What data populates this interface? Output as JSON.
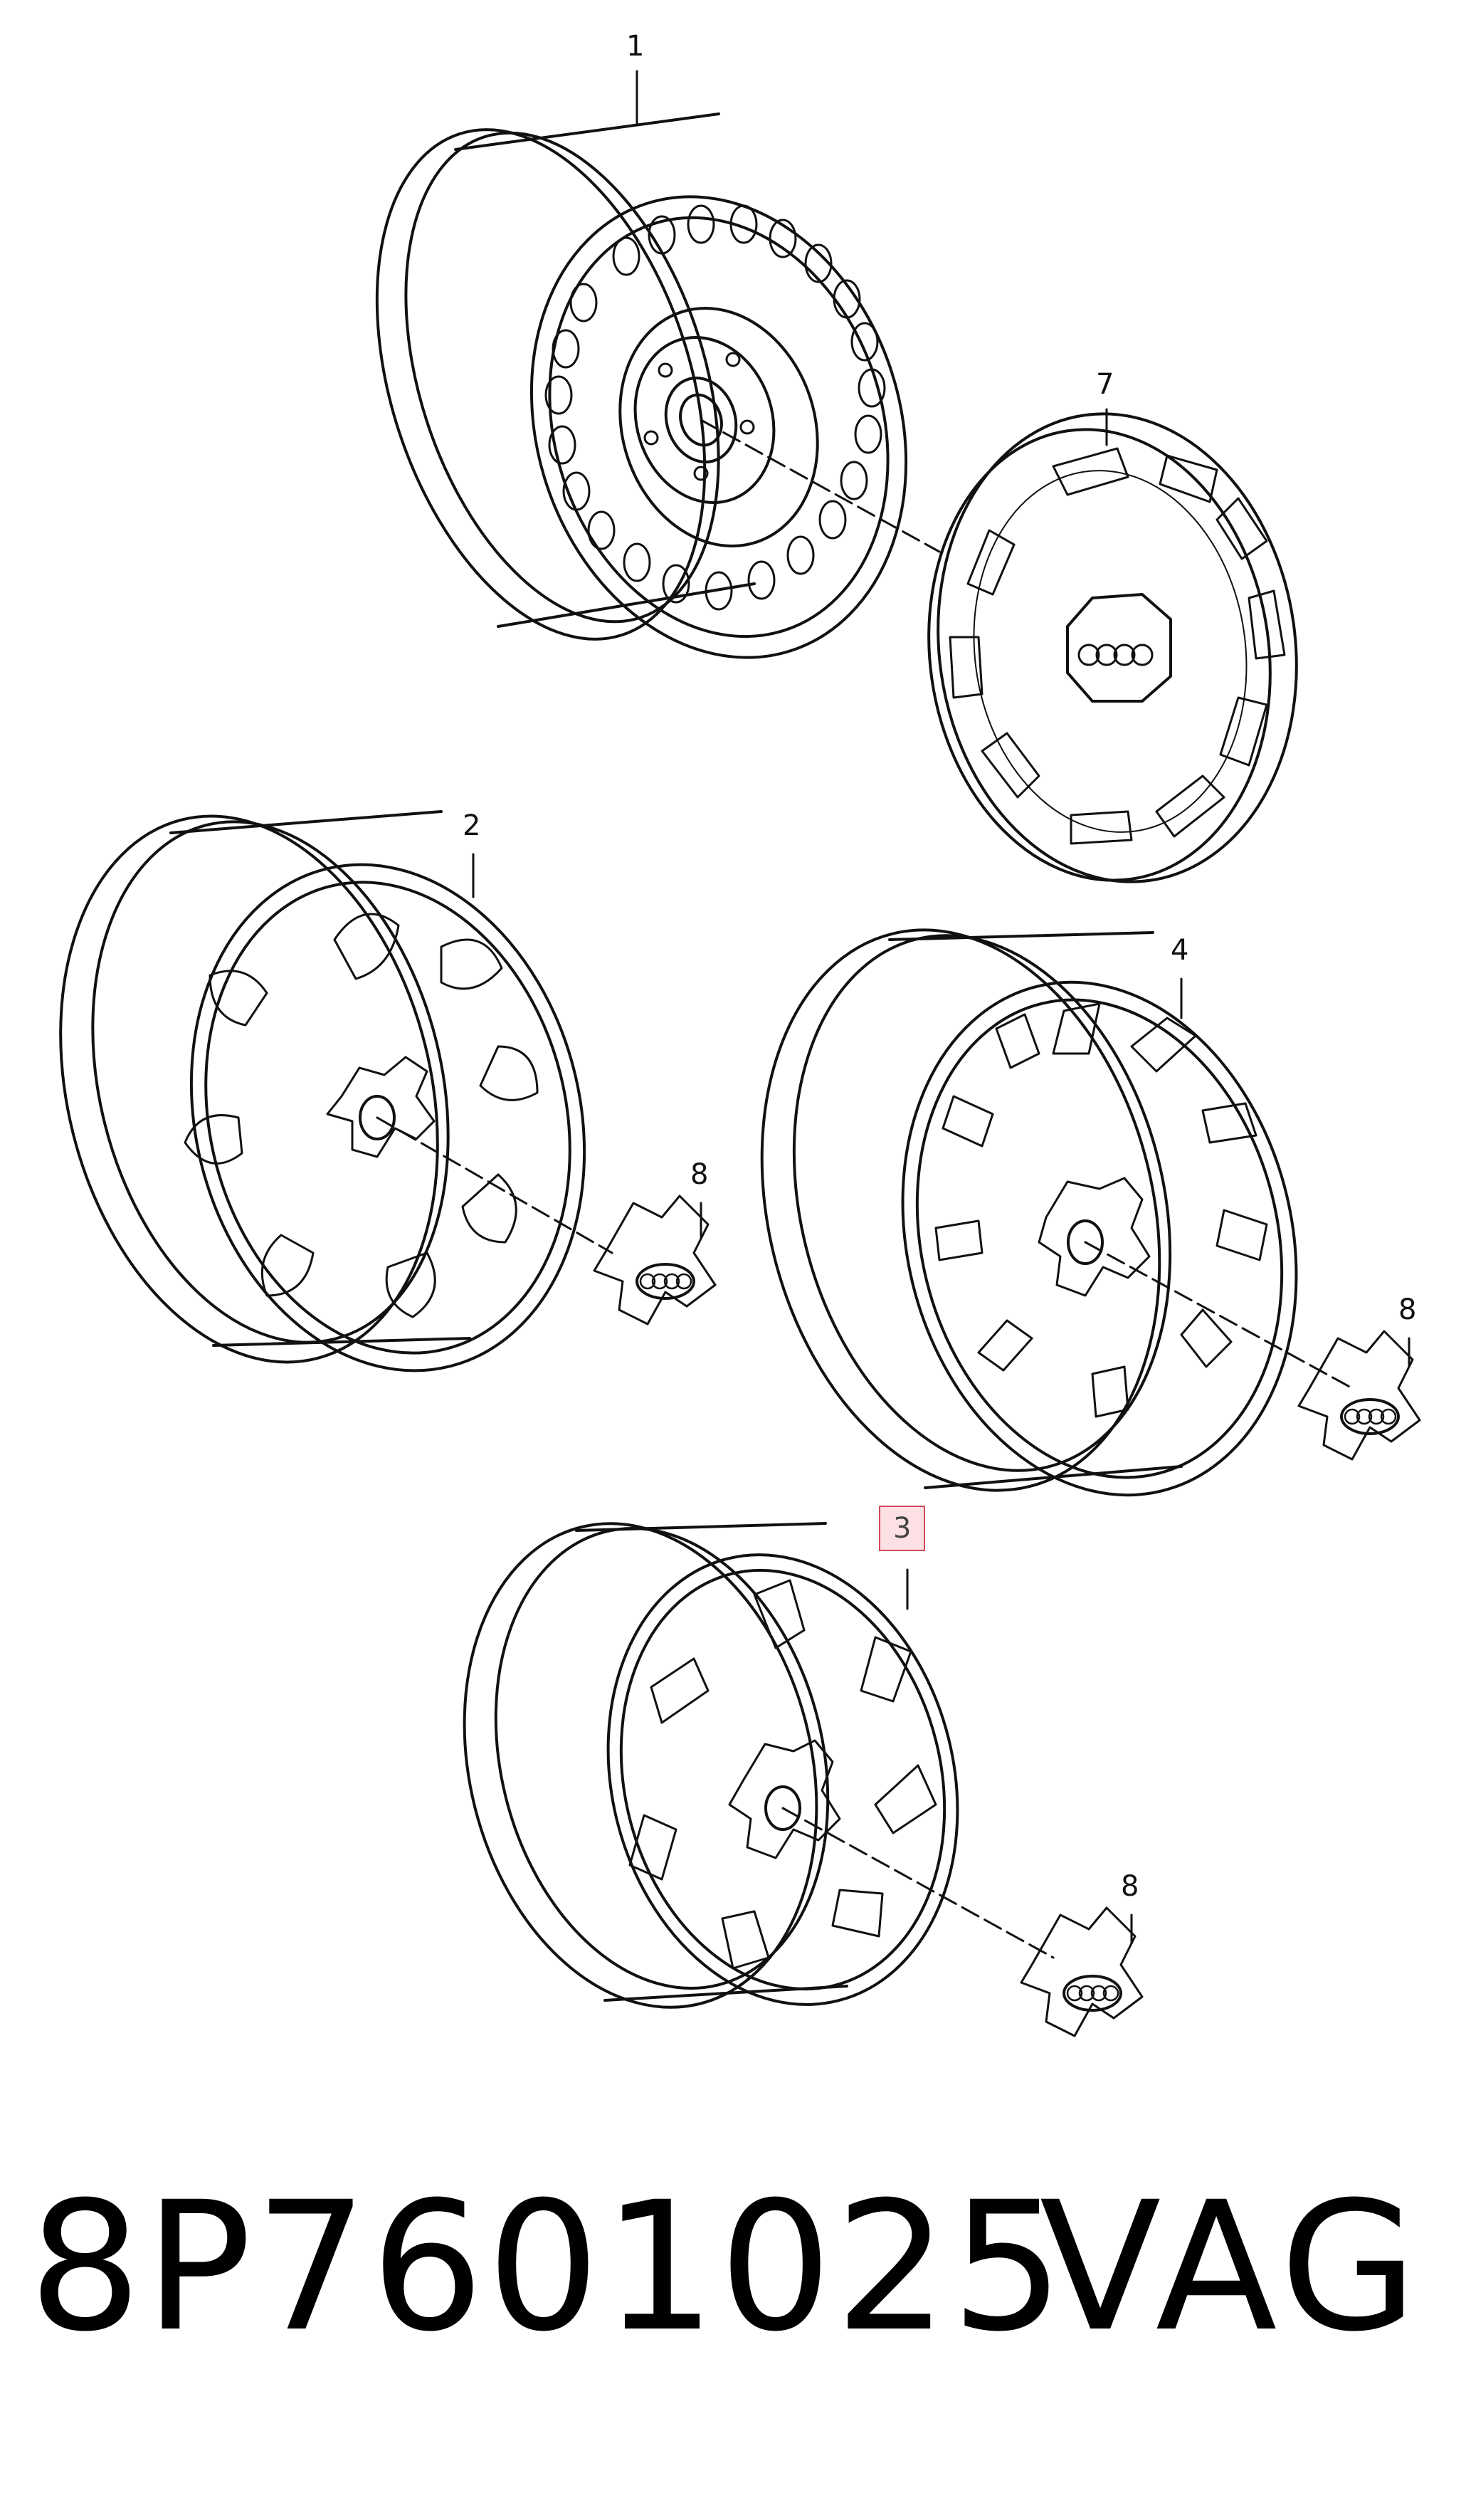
{
  "callouts": {
    "wheel_1": "1",
    "hubcap_7": "7",
    "wheel_2": "2",
    "wheel_4": "4",
    "wheel_3": "3",
    "cap_8a": "8",
    "cap_8b": "8",
    "cap_8c": "8"
  },
  "footer": {
    "part_number": "8P7601025",
    "brand": "VAG"
  },
  "colors": {
    "line": "#111111",
    "highlight_border": "#d04a5a",
    "highlight_fill": "#fde0e3"
  }
}
